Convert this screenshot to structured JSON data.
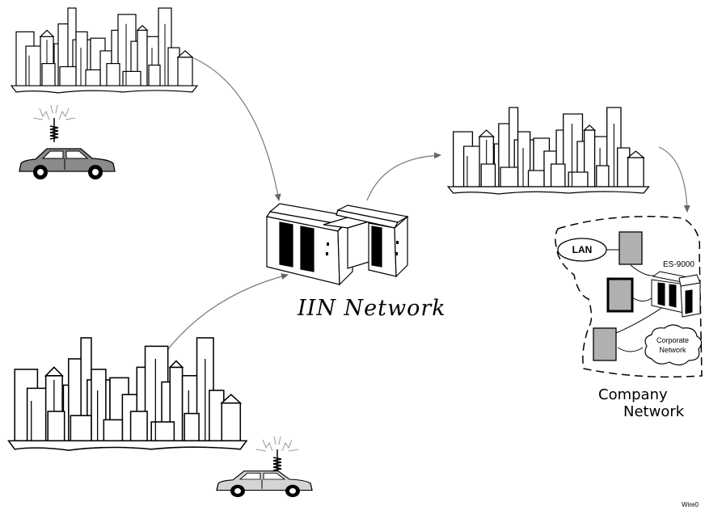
{
  "network_label": "IIN Network",
  "lan_label": "LAN",
  "server_label": "ES-9000",
  "corporate_label_line1": "Corporate",
  "corporate_label_line2": "Network",
  "company_label_line1": "Company",
  "company_label_line2": "Network",
  "corner_tag": "Wire0",
  "colors": {
    "car_dark": "#8a8a8a",
    "car_light": "#d4d4d4",
    "panel_gray": "#b0b0b0",
    "arrow": "#777777"
  }
}
